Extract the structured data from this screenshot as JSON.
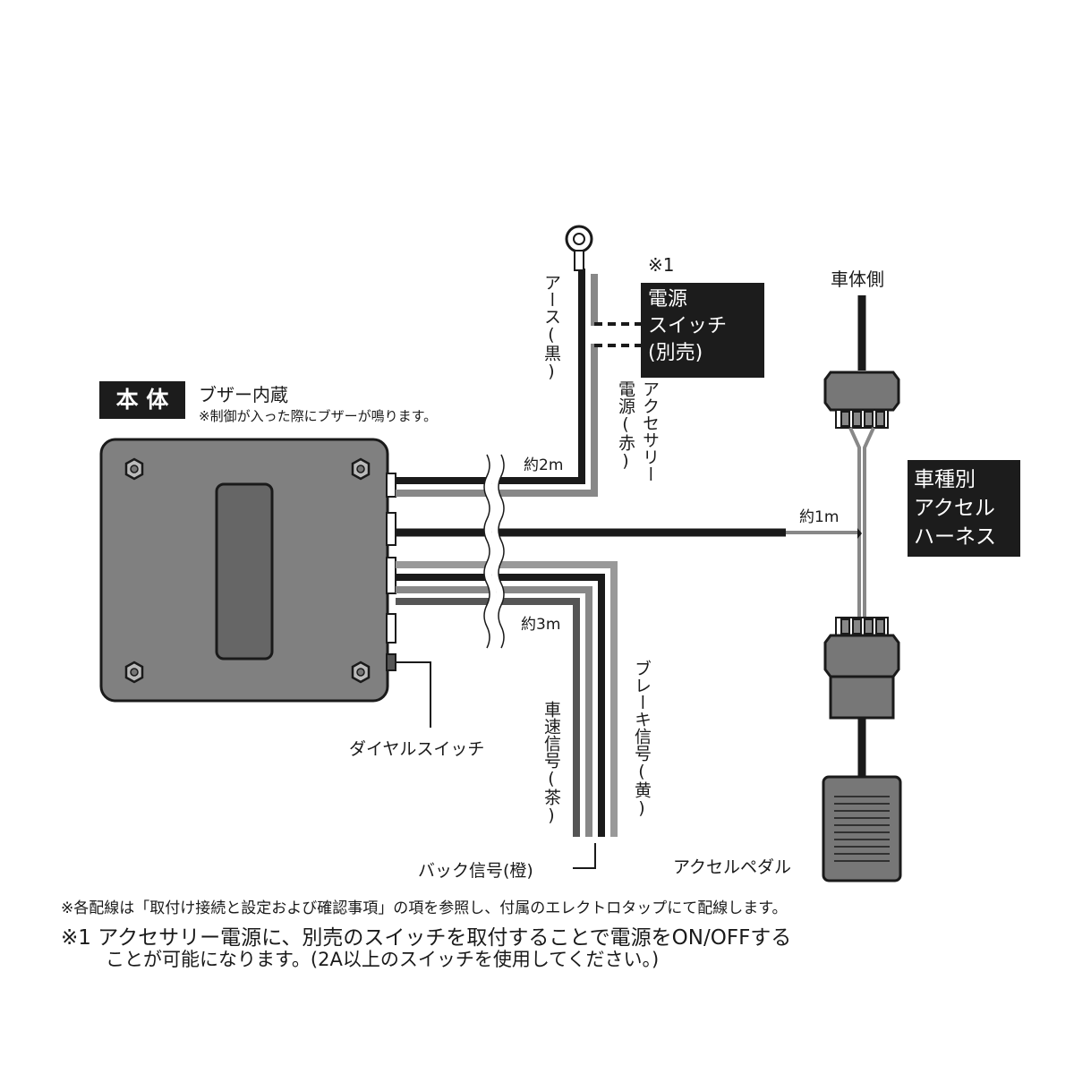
{
  "main_unit": {
    "label": "本 体",
    "buzzer_title": "ブザー内蔵",
    "buzzer_note": "※制御が入った際にブザーが鳴ります。"
  },
  "wires": {
    "earth": "アース(黒)",
    "acc_line1": "アクセサリー",
    "acc_line2": "電源(赤)",
    "length_2m": "約2m",
    "length_1m": "約1m",
    "length_3m": "約3m",
    "speed_signal": "車速信号(茶)",
    "brake_signal": "ブレーキ信号(黄)",
    "back_signal": "バック信号(橙)",
    "dial_switch": "ダイヤルスイッチ"
  },
  "power_switch": {
    "mark": "※1",
    "line1": "電源",
    "line2": "スイッチ",
    "line3": "(別売)"
  },
  "harness": {
    "car_side": "車体側",
    "line1": "車種別",
    "line2": "アクセル",
    "line3": "ハーネス",
    "pedal": "アクセルペダル"
  },
  "notes": {
    "note1": "※各配線は「取付け接続と設定および確認事項」の項を参照し、付属のエレクトロタップにて配線します。",
    "note2_line1": "※1 アクセサリー電源に、別売のスイッチを取付することで電源をON/OFFする",
    "note2_line2": "ことが可能になります。(2A以上のスイッチを使用してください。)"
  }
}
